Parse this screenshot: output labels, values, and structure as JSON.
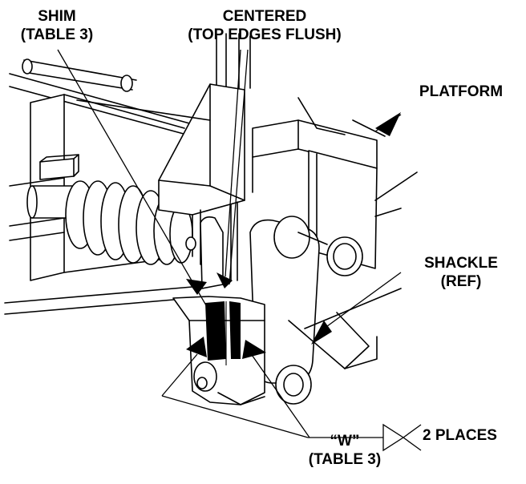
{
  "callouts": {
    "shim": {
      "line1": "SHIM",
      "line2": "(TABLE 3)"
    },
    "centered": {
      "line1": "CENTERED",
      "line2": "(TOP EDGES FLUSH)"
    },
    "platform": {
      "text": "PLATFORM"
    },
    "shackle": {
      "line1": "SHACKLE",
      "line2": "(REF)"
    },
    "w": {
      "line1": "“W”",
      "line2": "(TABLE 3)"
    },
    "places": {
      "text": "2 PLACES"
    }
  },
  "colors": {
    "ink": "#000000",
    "paper": "#ffffff"
  }
}
